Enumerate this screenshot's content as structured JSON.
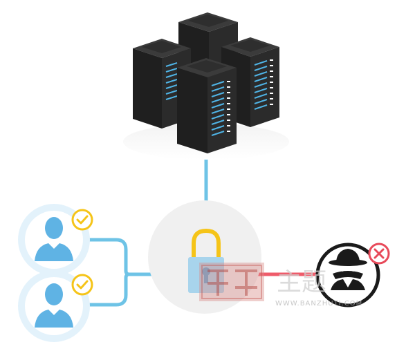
{
  "diagram": {
    "nodes": [
      {
        "id": "server-cluster",
        "icon": "server-rack-icon",
        "count": 4
      },
      {
        "id": "user-1",
        "icon": "user-avatar-icon",
        "status": "verified",
        "status_icon": "check-icon"
      },
      {
        "id": "user-2",
        "icon": "user-avatar-icon",
        "status": "verified",
        "status_icon": "check-icon"
      },
      {
        "id": "lock",
        "icon": "padlock-icon"
      },
      {
        "id": "hacker",
        "icon": "spy-icon",
        "status": "blocked",
        "status_icon": "cross-icon"
      }
    ],
    "links": [
      {
        "from": "user-1",
        "to": "lock",
        "color": "#6ec3e6"
      },
      {
        "from": "user-2",
        "to": "lock",
        "color": "#6ec3e6"
      },
      {
        "from": "lock",
        "to": "server-cluster",
        "color": "#6ec3e6"
      },
      {
        "from": "hacker",
        "to": "lock",
        "color": "#ef5b6a"
      }
    ]
  },
  "colors": {
    "secure_line": "#6ec3e6",
    "threat_line": "#ef5b6a",
    "check_badge": "#f5c418",
    "cross_badge": "#e84a5a",
    "user_ring": "#e3f2fb",
    "server_body": "#242424",
    "server_led": "#4fb4e6"
  },
  "watermark": {
    "chars": "主题",
    "url": "WWW.BANZHUTI.COM"
  }
}
